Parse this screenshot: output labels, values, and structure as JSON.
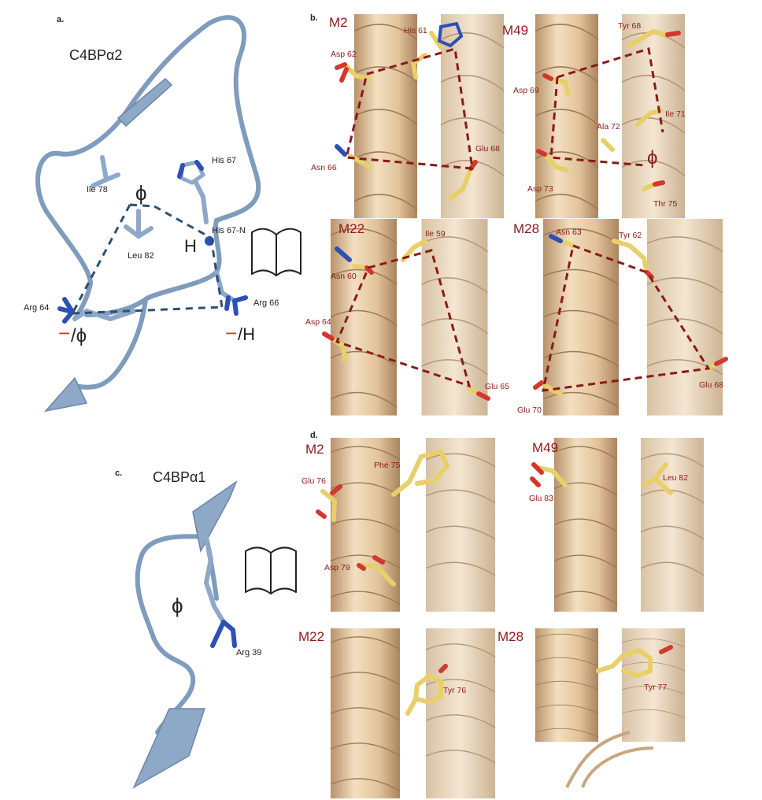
{
  "colors": {
    "label_red": "#8b1a1a",
    "helix_tan": "#e0c49c",
    "carbon_blue": "#8ea8c8",
    "carbon_yellow": "#e8cf6a",
    "nitrogen": "#2d4fb8",
    "oxygen": "#d2382e"
  },
  "panel_a": {
    "letter": "a.",
    "title": "C4BPα2",
    "residues": {
      "ile78": "Ile 78",
      "his67": "His 67",
      "his67n": "His 67-N",
      "leu82": "Leu 82",
      "arg64": "Arg 64",
      "arg66": "Arg 66"
    },
    "symbols": {
      "phi_top": "ϕ",
      "h_mid": "H",
      "minus_left": "−",
      "phi_left": "/ϕ",
      "minus_right": "−",
      "h_right": "/H"
    }
  },
  "panel_b": {
    "letter": "b.",
    "m2": {
      "name": "M2",
      "res": {
        "his61": "His 61",
        "asp62": "Asp 62",
        "asn66": "Asn 66",
        "glu68": "Glu 68"
      }
    },
    "m49": {
      "name": "M49",
      "res": {
        "tyr68": "Tyr 68",
        "asp69": "Asp 69",
        "ala72": "Ala 72",
        "ile71": "Ile 71",
        "asp73": "Asp 73",
        "thr75": "Thr 75"
      },
      "phi": "ϕ"
    },
    "m22": {
      "name": "M22",
      "res": {
        "ile59": "Ile 59",
        "asn60": "Asn 60",
        "asp64": "Asp 64",
        "glu65": "Glu 65"
      }
    },
    "m28": {
      "name": "M28",
      "res": {
        "asn63": "Asn 63",
        "tyr62": "Tyr 62",
        "glu68": "Glu 68",
        "glu70": "Glu 70"
      }
    }
  },
  "panel_c": {
    "letter": "c.",
    "title": "C4BPα1",
    "phi": "ϕ",
    "res": {
      "arg39": "Arg 39"
    }
  },
  "panel_d": {
    "letter": "d.",
    "m2": {
      "name": "M2",
      "res": {
        "glu76": "Glu 76",
        "phe75": "Phe 75",
        "asp79": "Asp 79"
      }
    },
    "m49": {
      "name": "M49",
      "res": {
        "glu83": "Glu 83",
        "leu82": "Leu 82"
      }
    },
    "m22": {
      "name": "M22",
      "res": {
        "tyr76": "Tyr 76"
      }
    },
    "m28": {
      "name": "M28",
      "res": {
        "tyr77": "Tyr 77"
      }
    }
  }
}
